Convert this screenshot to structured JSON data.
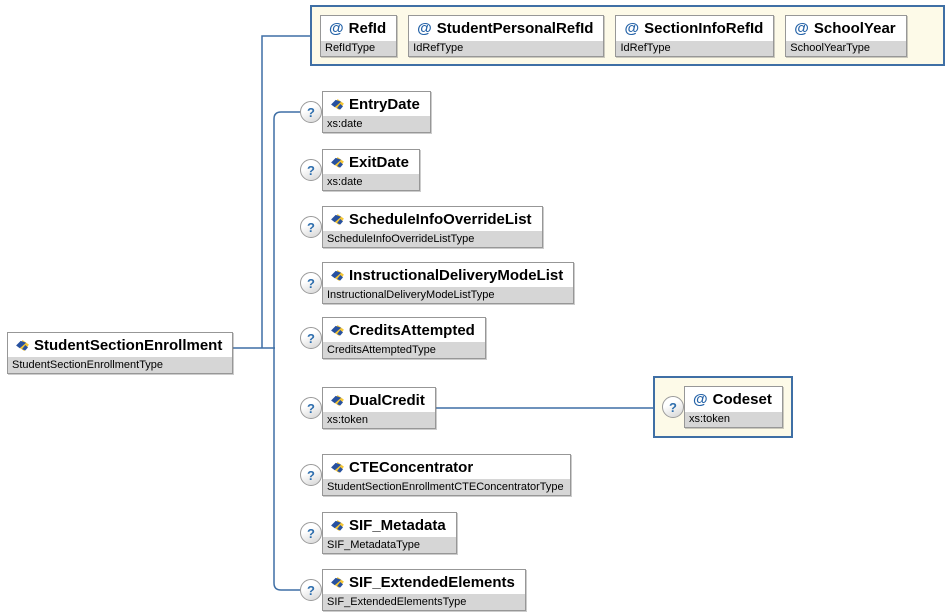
{
  "root": {
    "name": "StudentSectionEnrollment",
    "type": "StudentSectionEnrollmentType"
  },
  "attribute_group": {
    "attributes": [
      {
        "name": "RefId",
        "type": "RefIdType"
      },
      {
        "name": "StudentPersonalRefId",
        "type": "IdRefType"
      },
      {
        "name": "SectionInfoRefId",
        "type": "IdRefType"
      },
      {
        "name": "SchoolYear",
        "type": "SchoolYearType"
      }
    ]
  },
  "elements": [
    {
      "name": "EntryDate",
      "type": "xs:date",
      "optional": "?"
    },
    {
      "name": "ExitDate",
      "type": "xs:date",
      "optional": "?"
    },
    {
      "name": "ScheduleInfoOverrideList",
      "type": "ScheduleInfoOverrideListType",
      "optional": "?"
    },
    {
      "name": "InstructionalDeliveryModeList",
      "type": "InstructionalDeliveryModeListType",
      "optional": "?"
    },
    {
      "name": "CreditsAttempted",
      "type": "CreditsAttemptedType",
      "optional": "?"
    },
    {
      "name": "DualCredit",
      "type": "xs:token",
      "optional": "?"
    },
    {
      "name": "CTEConcentrator",
      "type": "StudentSectionEnrollmentCTEConcentratorType",
      "optional": "?"
    },
    {
      "name": "SIF_Metadata",
      "type": "SIF_MetadataType",
      "optional": "?"
    },
    {
      "name": "SIF_ExtendedElements",
      "type": "SIF_ExtendedElementsType",
      "optional": "?"
    }
  ],
  "dual_credit_attribute": {
    "name": "Codeset",
    "type": "xs:token",
    "optional": "?"
  },
  "icons": {
    "attribute_glyph": "@",
    "optional_glyph": "?",
    "element_icon": "element-diamond-icon"
  },
  "colors": {
    "connector": "#3f6fa5",
    "group_fill": "#fdfae8",
    "group_border": "#3f6fa5",
    "box_border": "#979797",
    "type_strip": "#d6d6d6",
    "accent_blue": "#2563a8"
  }
}
